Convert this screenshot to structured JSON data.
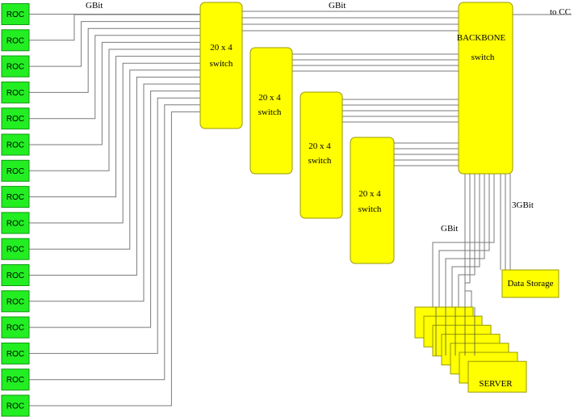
{
  "colors": {
    "roc_fill": "#22ee22",
    "roc_stroke": "#119911",
    "switch_fill": "#ffff00",
    "switch_stroke": "#999900",
    "wire": "#7a7a7a"
  },
  "roc": {
    "label": "ROC",
    "count": 16
  },
  "switches": [
    {
      "line1": "20 x 4",
      "line2": "switch"
    },
    {
      "line1": "20 x 4",
      "line2": "switch"
    },
    {
      "line1": "20 x 4",
      "line2": "switch"
    },
    {
      "line1": "20 x 4",
      "line2": "switch"
    }
  ],
  "backbone": {
    "line1": "BACKBONE",
    "line2": "switch"
  },
  "labels": {
    "gbit_left": "GBit",
    "gbit_mid": "GBit",
    "to_cc": "to CC",
    "gbit_servers": "GBit",
    "three_gbit": "3GBit"
  },
  "data_storage": {
    "label": "Data Storage"
  },
  "server": {
    "label": "SERVER",
    "stack_count": 7
  }
}
